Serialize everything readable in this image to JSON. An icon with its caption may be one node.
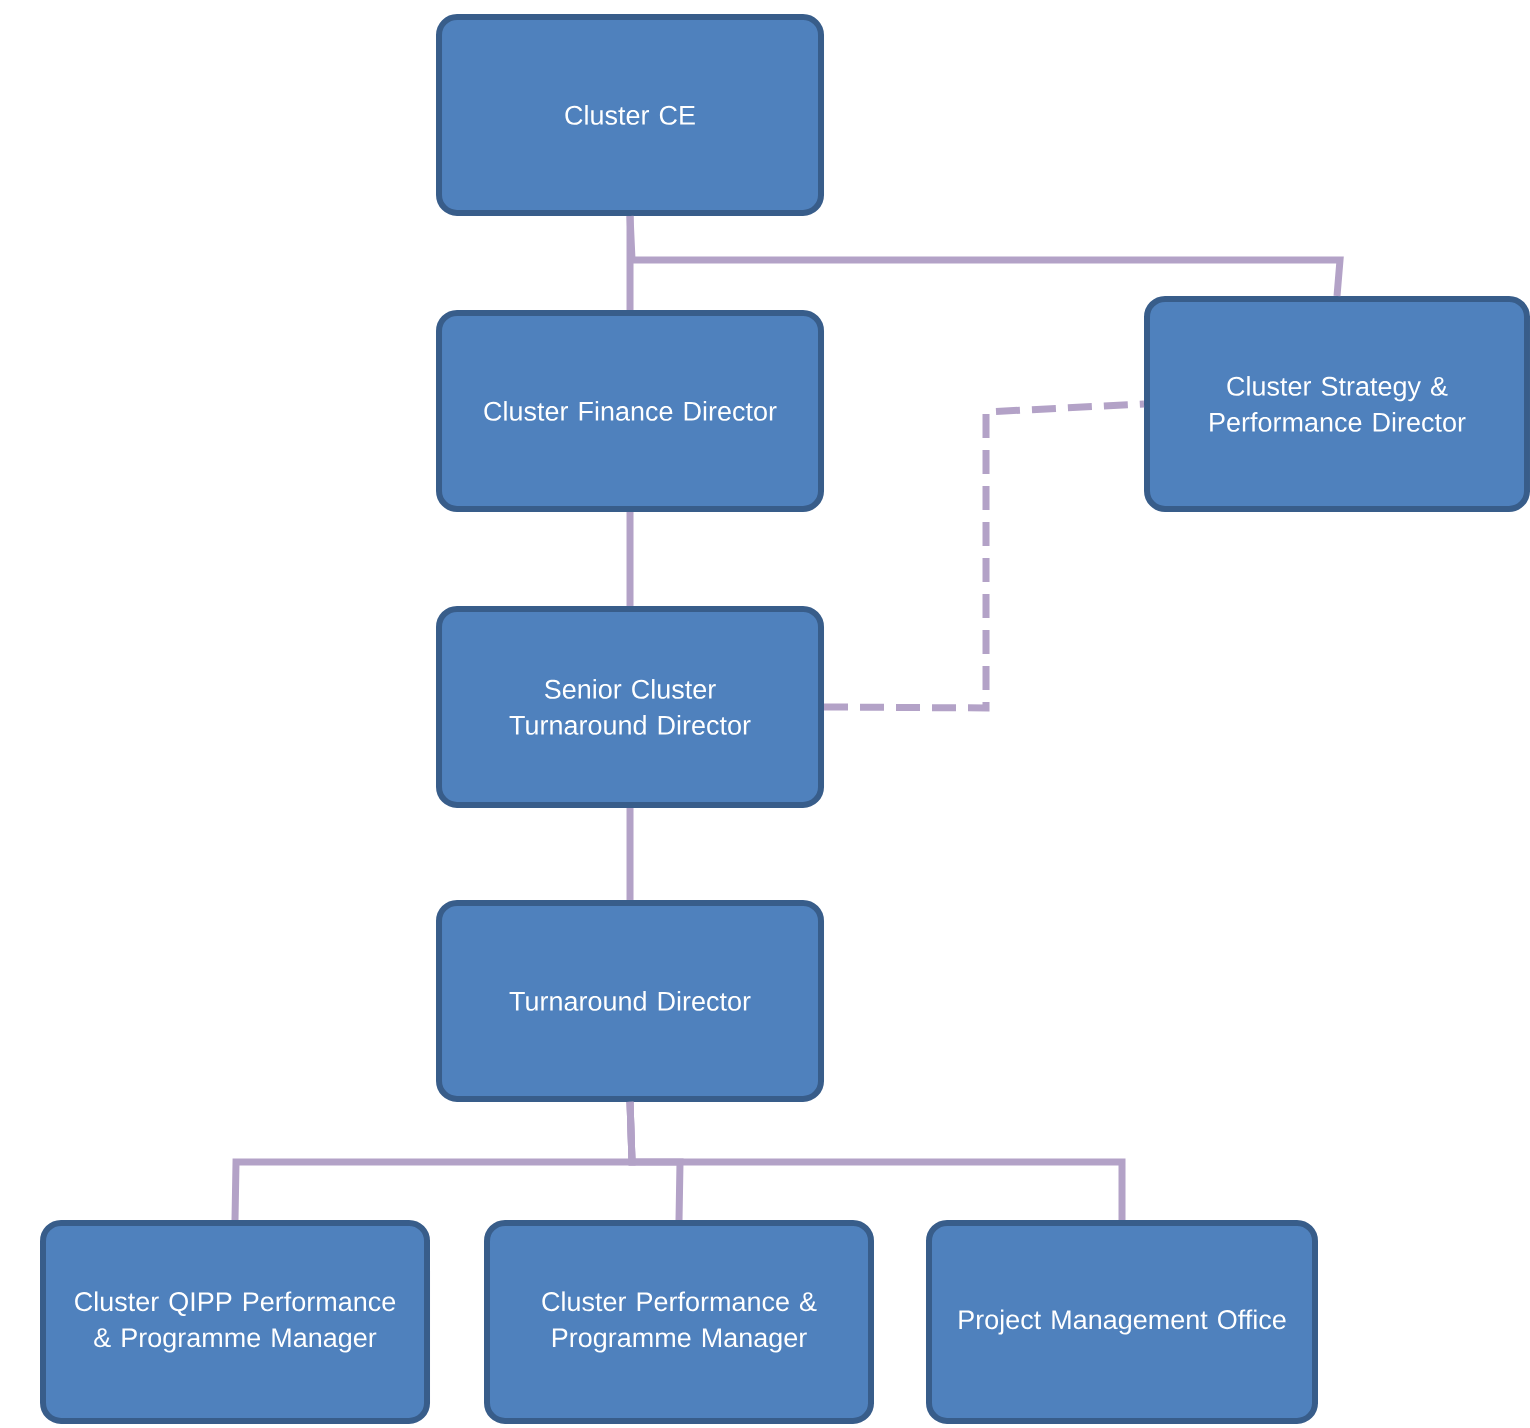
{
  "diagram": {
    "nodes": [
      {
        "text": [
          "Cluster CE"
        ]
      },
      {
        "text": [
          "Cluster Finance Director"
        ]
      },
      {
        "text": [
          "Cluster Strategy & Performance Director"
        ]
      },
      {
        "text": [
          "Senior Cluster Turnaround Director"
        ]
      },
      {
        "text": [
          "Turnaround Director"
        ]
      },
      {
        "text": [
          "Cluster QIPP Performance & Programme Manager"
        ]
      },
      {
        "text": [
          "Cluster Performance & Programme Manager"
        ]
      },
      {
        "text": [
          "Project Management Office"
        ]
      }
    ],
    "edges": [
      {
        "from": 0,
        "to": 1,
        "arrow": "none"
      },
      {
        "from": 0,
        "to": 2,
        "arrow": "none"
      },
      {
        "from": 1,
        "to": 3,
        "arrow": "none"
      },
      {
        "from": 3,
        "to": 2,
        "arrow": "none",
        "style": "dashed"
      },
      {
        "from": 3,
        "to": 4,
        "arrow": "none"
      },
      {
        "from": 4,
        "to": 5,
        "arrow": "none"
      },
      {
        "from": 4,
        "to": 6,
        "arrow": "none"
      },
      {
        "from": 4,
        "to": 7,
        "arrow": "none"
      }
    ]
  }
}
